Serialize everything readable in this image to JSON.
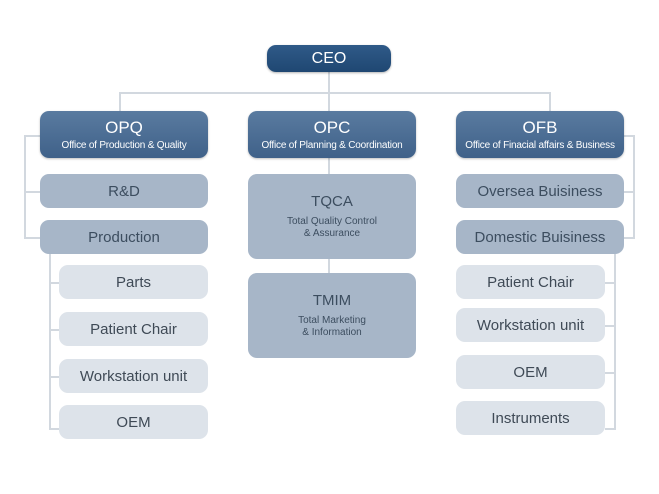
{
  "ceo": "CEO",
  "opq": {
    "title": "OPQ",
    "subtitle": "Office of Production & Quality",
    "units": [
      "R&D",
      "Production"
    ],
    "production_items": [
      "Parts",
      "Patient Chair",
      "Workstation unit",
      "OEM"
    ]
  },
  "opc": {
    "title": "OPC",
    "subtitle": "Office of Planning & Coordination",
    "tqca": {
      "title": "TQCA",
      "subtitle_line1": "Total Quality Control",
      "subtitle_line2": "& Assurance"
    },
    "tmim": {
      "title": "TMIM",
      "subtitle_line1": "Total Marketing",
      "subtitle_line2": "& Information"
    }
  },
  "ofb": {
    "title": "OFB",
    "subtitle": "Office of Finacial affairs & Business",
    "units": [
      "Oversea Buisiness",
      "Domestic Buisiness"
    ],
    "domestic_items": [
      "Patient Chair",
      "Workstation unit",
      "OEM",
      "Instruments"
    ]
  },
  "colors": {
    "ceo": "#2a5280",
    "head": "#4a6d94",
    "unit": "#a7b6c8",
    "sub_unit": "#dde3ea",
    "connector": "#d2d8df"
  }
}
